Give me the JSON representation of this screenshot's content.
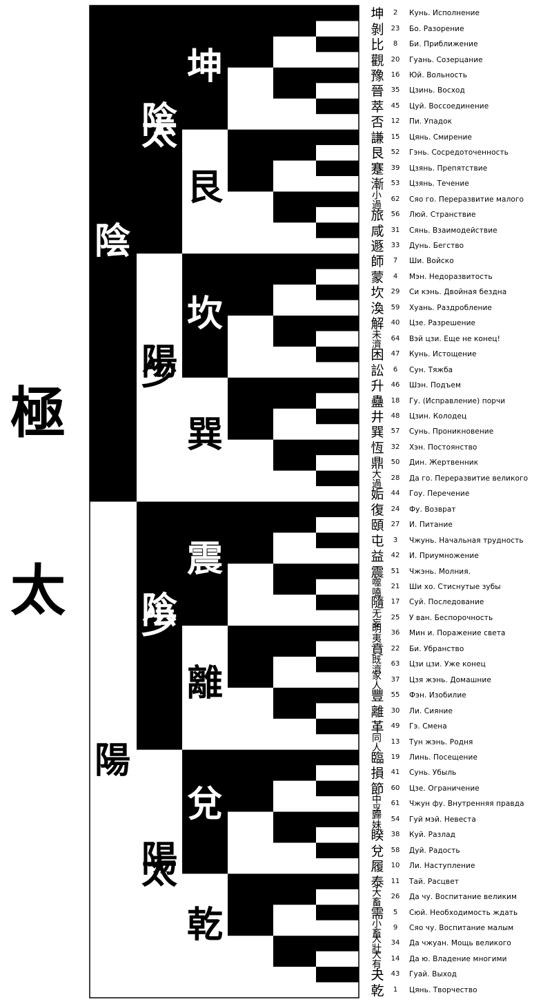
{
  "title": "極太",
  "left_polarity": "陰",
  "right_polarity": "陽",
  "upper_bigram": "太陰",
  "lower_bigram": "太陽",
  "upper_lesser": "少陽",
  "lower_lesser": "少陰",
  "trigrams": [
    "坤",
    "艮",
    "坎",
    "巽",
    "震",
    "離",
    "兌",
    "乾"
  ],
  "hexagrams": [
    {
      "glyph": "坤",
      "num": "2",
      "label": "Кунь. Исполнение"
    },
    {
      "glyph": "剝",
      "num": "23",
      "label": "Бо. Разорение"
    },
    {
      "glyph": "比",
      "num": "8",
      "label": "Би. Приближение"
    },
    {
      "glyph": "觀",
      "num": "20",
      "label": "Гуань. Созерцание"
    },
    {
      "glyph": "豫",
      "num": "16",
      "label": "Юй. Вольность"
    },
    {
      "glyph": "晉",
      "num": "35",
      "label": "Цзинь. Восход"
    },
    {
      "glyph": "萃",
      "num": "45",
      "label": "Цуй. Воссоединение"
    },
    {
      "glyph": "否",
      "num": "12",
      "label": "Пи. Упадок"
    },
    {
      "glyph": "謙",
      "num": "15",
      "label": "Цянь. Смирение"
    },
    {
      "glyph": "艮",
      "num": "52",
      "label": "Гэнь. Сосредоточенность"
    },
    {
      "glyph": "蹇",
      "num": "39",
      "label": "Цзянь. Препятствие"
    },
    {
      "glyph": "漸",
      "num": "53",
      "label": "Цзянь. Течение"
    },
    {
      "glyph": "小過",
      "num": "62",
      "label": "Сяо го. Переразвитие малого"
    },
    {
      "glyph": "旅",
      "num": "56",
      "label": "Люй. Странствие"
    },
    {
      "glyph": "咸",
      "num": "31",
      "label": "Сянь. Взаимодействие"
    },
    {
      "glyph": "遯",
      "num": "33",
      "label": "Дунь. Бегство"
    },
    {
      "glyph": "師",
      "num": "7",
      "label": "Ши. Войско"
    },
    {
      "glyph": "蒙",
      "num": "4",
      "label": "Мэн. Недоразвитость"
    },
    {
      "glyph": "坎",
      "num": "29",
      "label": "Си кэнь. Двойная бездна"
    },
    {
      "glyph": "渙",
      "num": "59",
      "label": "Хуань. Раздробление"
    },
    {
      "glyph": "解",
      "num": "40",
      "label": "Цзе. Разрешение"
    },
    {
      "glyph": "未濟",
      "num": "64",
      "label": "Вэй цзи. Еще не конец!"
    },
    {
      "glyph": "困",
      "num": "47",
      "label": "Кунь. Истощение"
    },
    {
      "glyph": "訟",
      "num": "6",
      "label": "Сун. Тяжба"
    },
    {
      "glyph": "升",
      "num": "46",
      "label": "Шэн. Подъем"
    },
    {
      "glyph": "蠱",
      "num": "18",
      "label": "Гу. (Исправление) порчи"
    },
    {
      "glyph": "井",
      "num": "48",
      "label": "Цзин. Колодец"
    },
    {
      "glyph": "巽",
      "num": "57",
      "label": "Сунь. Проникновение"
    },
    {
      "glyph": "恆",
      "num": "32",
      "label": "Хэн. Постоянство"
    },
    {
      "glyph": "鼎",
      "num": "50",
      "label": "Дин. Жертвенник"
    },
    {
      "glyph": "大過",
      "num": "28",
      "label": "Да го. Переразвитие великого"
    },
    {
      "glyph": "姤",
      "num": "44",
      "label": "Гоу. Перечение"
    },
    {
      "glyph": "復",
      "num": "24",
      "label": "Фу. Возврат"
    },
    {
      "glyph": "頤",
      "num": "27",
      "label": "И. Питание"
    },
    {
      "glyph": "屯",
      "num": "3",
      "label": "Чжунь. Начальная трудность"
    },
    {
      "glyph": "益",
      "num": "42",
      "label": "И. Приумножение"
    },
    {
      "glyph": "震",
      "num": "51",
      "label": "Чжэнь. Молния."
    },
    {
      "glyph": "噬嗑",
      "num": "21",
      "label": "Ши хо. Стиснутые зубы"
    },
    {
      "glyph": "隨",
      "num": "17",
      "label": "Суй. Последование"
    },
    {
      "glyph": "无妄",
      "num": "25",
      "label": "У ван. Беспорочность"
    },
    {
      "glyph": "明夷",
      "num": "36",
      "label": "Мин и. Поражение света"
    },
    {
      "glyph": "賁",
      "num": "22",
      "label": "Би. Убранство"
    },
    {
      "glyph": "既濟",
      "num": "63",
      "label": "Цзи цзи. Уже конец"
    },
    {
      "glyph": "家人",
      "num": "37",
      "label": "Цзя жэнь. Домашние"
    },
    {
      "glyph": "豐",
      "num": "55",
      "label": "Фэн. Изобилие"
    },
    {
      "glyph": "離",
      "num": "30",
      "label": "Ли. Сияние"
    },
    {
      "glyph": "革",
      "num": "49",
      "label": "Гэ. Смена"
    },
    {
      "glyph": "同人",
      "num": "13",
      "label": "Тун жэнь. Родня"
    },
    {
      "glyph": "臨",
      "num": "19",
      "label": "Линь. Посещение"
    },
    {
      "glyph": "損",
      "num": "41",
      "label": "Сунь. Убыль"
    },
    {
      "glyph": "節",
      "num": "60",
      "label": "Цзе. Ограничение"
    },
    {
      "glyph": "中孚",
      "num": "61",
      "label": "Чжун фу. Внутренняя правда"
    },
    {
      "glyph": "歸妹",
      "num": "54",
      "label": "Гуй мэй. Невеста"
    },
    {
      "glyph": "睽",
      "num": "38",
      "label": "Куй. Разлад"
    },
    {
      "glyph": "兌",
      "num": "58",
      "label": "Дуй. Радость"
    },
    {
      "glyph": "履",
      "num": "10",
      "label": "Ли. Наступление"
    },
    {
      "glyph": "泰",
      "num": "11",
      "label": "Тай. Расцвет"
    },
    {
      "glyph": "大畜",
      "num": "26",
      "label": "Да чу. Воспитание великим"
    },
    {
      "glyph": "需",
      "num": "5",
      "label": "Сюй. Необходимость ждать"
    },
    {
      "glyph": "小畜",
      "num": "9",
      "label": "Сяо чу. Воспитание малым"
    },
    {
      "glyph": "大壯",
      "num": "34",
      "label": "Да чжуан. Мощь великого"
    },
    {
      "glyph": "大有",
      "num": "14",
      "label": "Да ю. Владение многими"
    },
    {
      "glyph": "夬",
      "num": "43",
      "label": "Гуай. Выход"
    },
    {
      "glyph": "乾",
      "num": "1",
      "label": "Цянь. Творчество"
    }
  ]
}
